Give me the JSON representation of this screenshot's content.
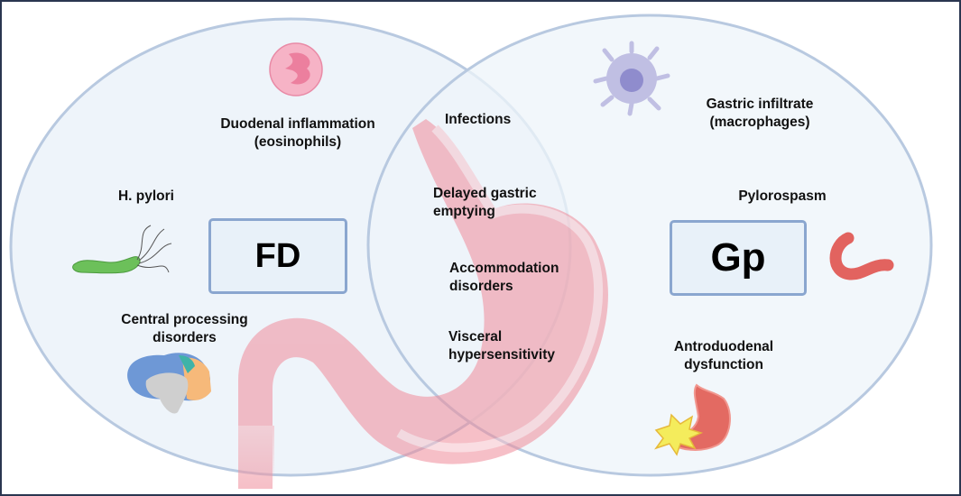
{
  "diagram": {
    "type": "venn",
    "sets": [
      {
        "id": "fd",
        "label": "FD"
      },
      {
        "id": "gp",
        "label": "Gp"
      }
    ],
    "fd_only": [
      "Duodenal inflammation\n(eosinophils)",
      "H. pylori",
      "Central processing\ndisorders"
    ],
    "overlap": [
      "Infections",
      "Delayed gastric\nemptying",
      "Accommodation\ndisorders",
      "Visceral\nhypersensitivity"
    ],
    "gp_only": [
      "Gastric infiltrate\n(macrophages)",
      "Pylorospasm",
      "Antroduodenal\ndysfunction"
    ]
  },
  "colors": {
    "frame": "#2a3650",
    "circle_fill": "#eef4fa",
    "circle_stroke": "#b8c9e0",
    "box_border": "#8aa6cf",
    "stomach": "#f2a3ae"
  },
  "icons": [
    "eosinophil-icon",
    "h-pylori-bacterium-icon",
    "brain-icon",
    "macrophage-icon",
    "pylorus-tube-icon",
    "stomach-spasm-icon",
    "stomach-illustration"
  ]
}
